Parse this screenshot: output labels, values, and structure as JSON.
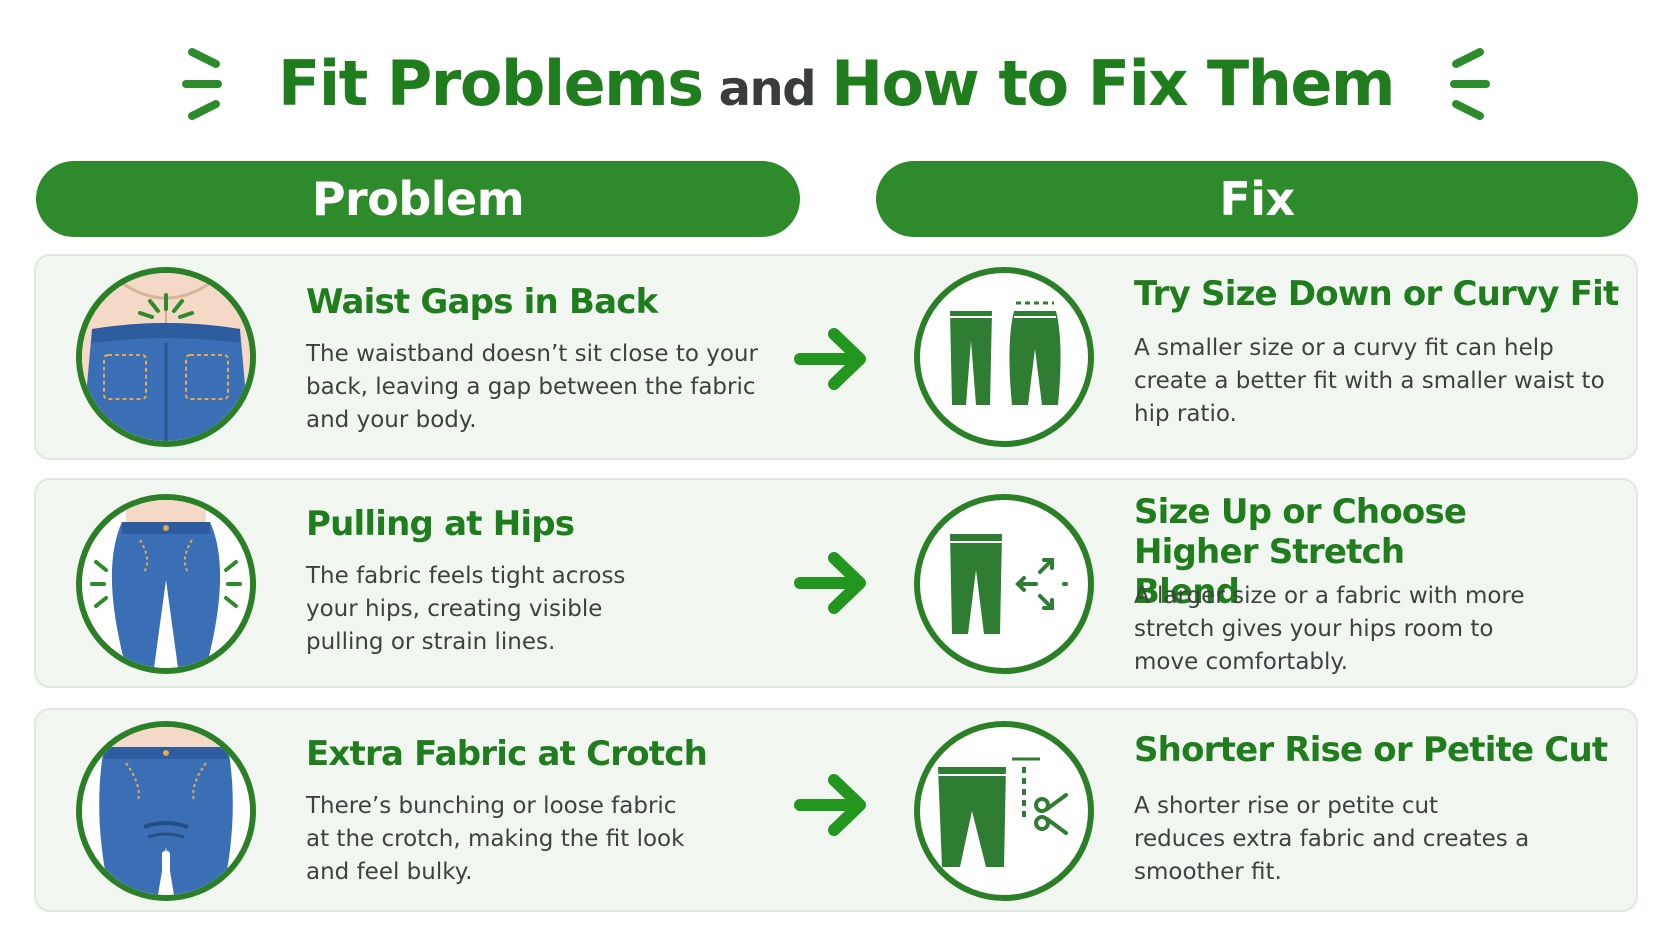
{
  "title": {
    "part1": "Fit Problems",
    "part2": "and",
    "part3": "How to Fix Them"
  },
  "columns": {
    "problem": "Problem",
    "fix": "Fix"
  },
  "rows": [
    {
      "problem_title": "Waist Gaps in Back",
      "problem_desc": "The waistband doesn’t sit close to your back, leaving a gap between the fabric and your body.",
      "problem_icon": "jeans-back-waist-gap-icon",
      "fix_title": "Try Size Down or Curvy Fit",
      "fix_desc": "A smaller size or a curvy fit can help create a better fit with a smaller waist to hip ratio.",
      "fix_icon": "curvy-fit-pants-icon"
    },
    {
      "problem_title": "Pulling at Hips",
      "problem_desc": "The fabric feels tight across your hips, creating visible pulling or strain lines.",
      "problem_icon": "jeans-tight-hips-icon",
      "fix_title": "Size Up or Choose Higher Stretch Blend",
      "fix_desc": "A larger size or a fabric with more stretch gives your hips room to move comfortably.",
      "fix_icon": "stretch-pants-icon"
    },
    {
      "problem_title": "Extra Fabric at Crotch",
      "problem_desc": "There’s bunching or loose fabric at the crotch, making the fit look and feel bulky.",
      "problem_icon": "jeans-crotch-bunching-icon",
      "fix_title": "Shorter Rise or Petite Cut",
      "fix_desc": "A shorter rise or petite cut reduces extra fabric and creates a smoother fit.",
      "fix_icon": "shorter-rise-scissors-icon"
    }
  ],
  "colors": {
    "brand_green": "#2e8b2b",
    "title_green": "#1f7d1d",
    "row_bg": "#f2f6f1",
    "denim_blue": "#3a6fb5"
  }
}
